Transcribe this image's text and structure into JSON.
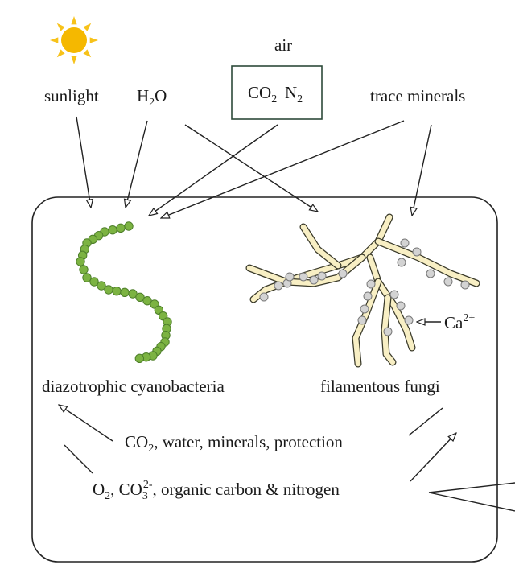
{
  "inputs": {
    "sunlight": "sunlight",
    "water": {
      "main": "H",
      "sub": "2",
      "tail": "O"
    },
    "air": "air",
    "co2": {
      "main": "CO",
      "sub": "2"
    },
    "n2": {
      "main": "N",
      "sub": "2"
    },
    "trace_minerals": "trace minerals"
  },
  "organisms": {
    "cyanobacteria": "diazotrophic cyanobacteria",
    "fungi": "filamentous fungi",
    "calcium": {
      "main": "Ca",
      "sup": "2+"
    }
  },
  "exchanges": {
    "to_cyano": {
      "main": "CO",
      "sub": "2",
      "tail": ", water, minerals, protection"
    },
    "to_fungi": {
      "o": "O",
      "o_sub": "2",
      "sep": ", CO",
      "co_sub": "3",
      "co_sup": "2-",
      "tail": ", organic carbon & nitrogen"
    }
  },
  "colors": {
    "sun": "#f5b800",
    "sun_rays": "#f7c21a",
    "cyano": "#7cb342",
    "cyano_edge": "#4e7f2a",
    "hyphae": "#f8efc4",
    "crystal": "#d3d3d3"
  }
}
